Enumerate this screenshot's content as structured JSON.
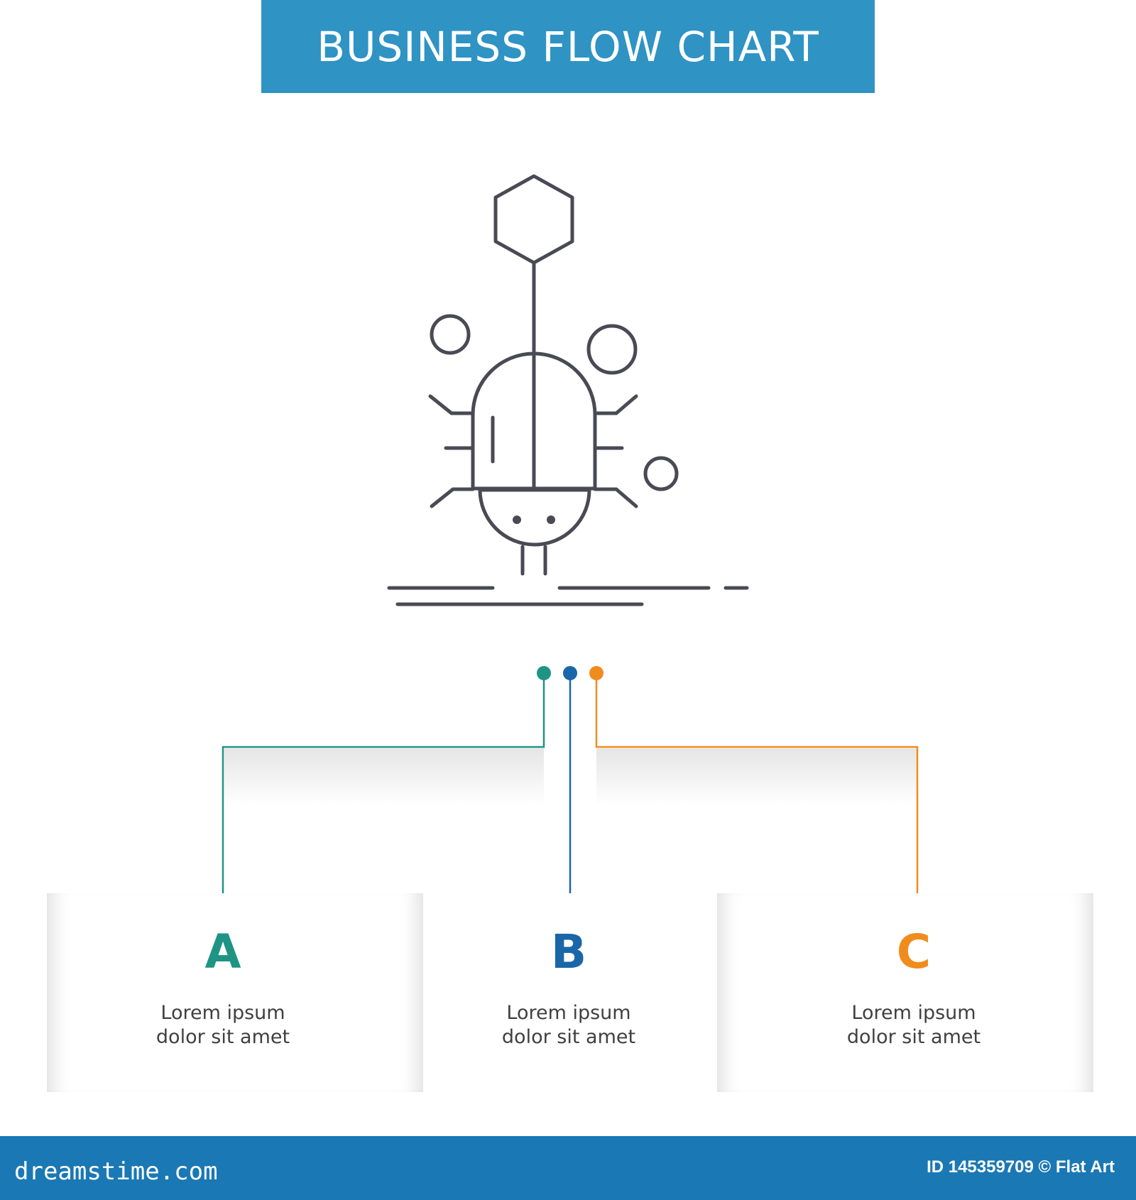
{
  "header": {
    "title": "BUSINESS FLOW CHART"
  },
  "icon": {
    "name": "bug-hexagon-icon"
  },
  "steps": [
    {
      "letter": "A",
      "text_line1": "Lorem ipsum",
      "text_line2": "dolor sit amet",
      "color": "#1f9484"
    },
    {
      "letter": "B",
      "text_line1": "Lorem ipsum",
      "text_line2": "dolor sit amet",
      "color": "#1a66a8"
    },
    {
      "letter": "C",
      "text_line1": "Lorem ipsum",
      "text_line2": "dolor sit amet",
      "color": "#f08c1e"
    }
  ],
  "footer": {
    "brand": "dreamstime.com",
    "id_text": "ID 145359709 © Flat Art"
  },
  "colors": {
    "banner": "#2f93c4",
    "footer": "#1a78b4",
    "icon_stroke": "#4a4a55"
  }
}
